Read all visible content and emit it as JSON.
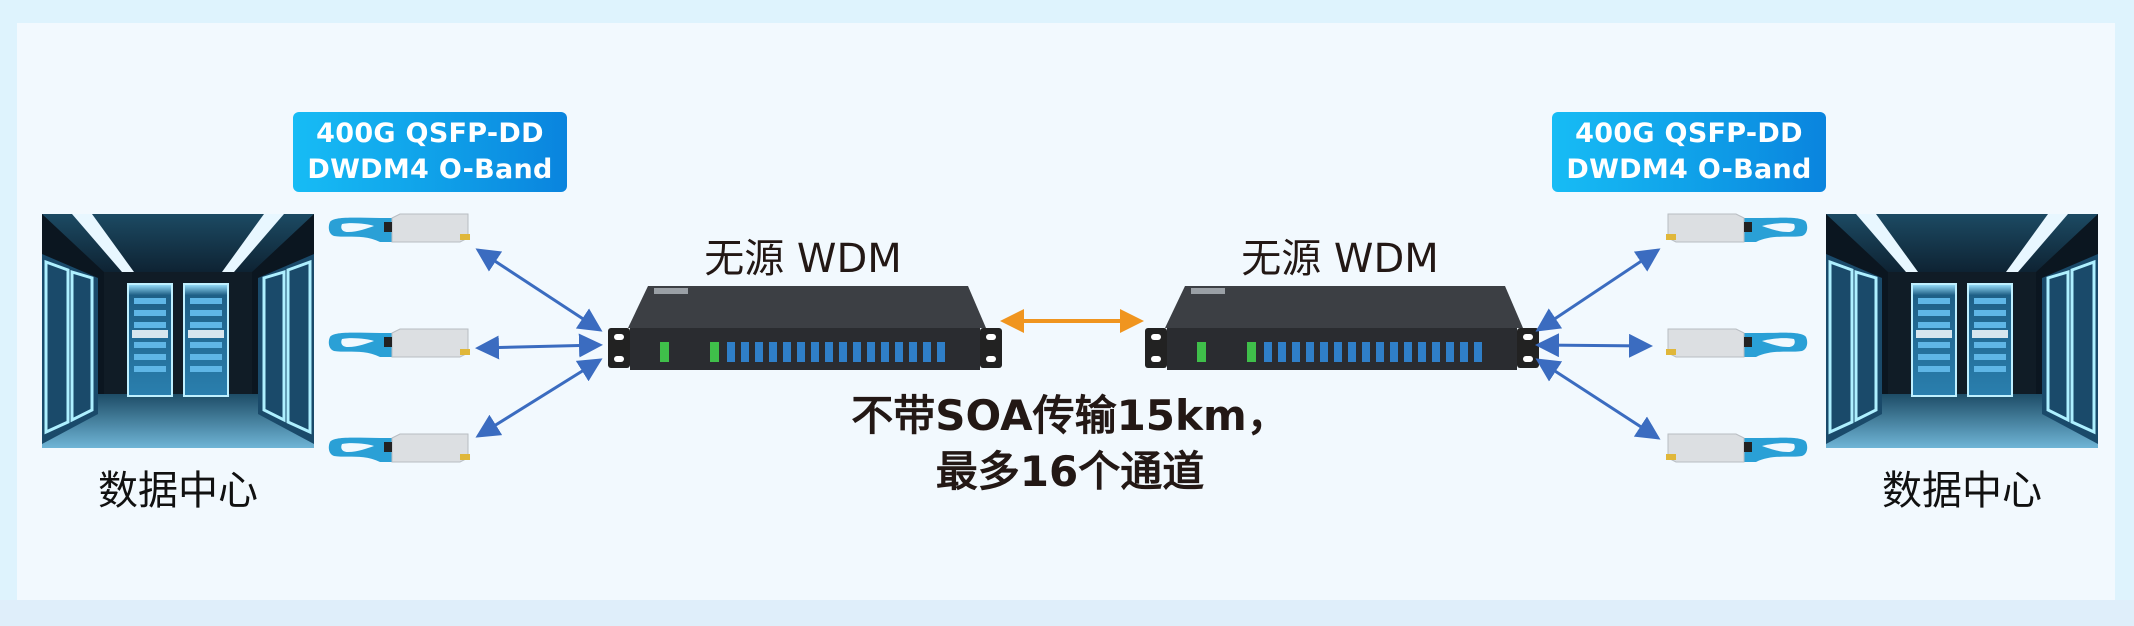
{
  "colors": {
    "outer_frame": "#def3fd",
    "panel": "#f2f9fe",
    "label_gradient_start": "#17bcf5",
    "label_gradient_end": "#0a84de",
    "link_arrow": "#3b6cc0",
    "trunk_arrow": "#f0951f",
    "text_dark": "#231815",
    "transceiver_tab": "#2aa0d6",
    "port_green": "#3fbf4a",
    "port_blue": "#2f7fc8"
  },
  "left": {
    "module_label": {
      "line1": "400G QSFP-DD",
      "line2": "DWDM4 O-Band"
    },
    "datacenter": {
      "caption": "数据中心",
      "icon": "datacenter-image"
    },
    "transceivers": [
      {
        "icon": "qsfp-dd-transceiver"
      },
      {
        "icon": "qsfp-dd-transceiver"
      },
      {
        "icon": "qsfp-dd-transceiver"
      }
    ],
    "wdm": {
      "title": "无源 WDM",
      "icon": "wdm-rack-device",
      "channel_ports": 16
    }
  },
  "right": {
    "module_label": {
      "line1": "400G QSFP-DD",
      "line2": "DWDM4 O-Band"
    },
    "datacenter": {
      "caption": "数据中心",
      "icon": "datacenter-image"
    },
    "transceivers": [
      {
        "icon": "qsfp-dd-transceiver"
      },
      {
        "icon": "qsfp-dd-transceiver"
      },
      {
        "icon": "qsfp-dd-transceiver"
      }
    ],
    "wdm": {
      "title": "无源 WDM",
      "icon": "wdm-rack-device",
      "channel_ports": 16
    }
  },
  "center": {
    "line1": "不带SOA传输15km，",
    "line2": "最多16个通道",
    "link_icon": "bidirectional-arrow"
  }
}
